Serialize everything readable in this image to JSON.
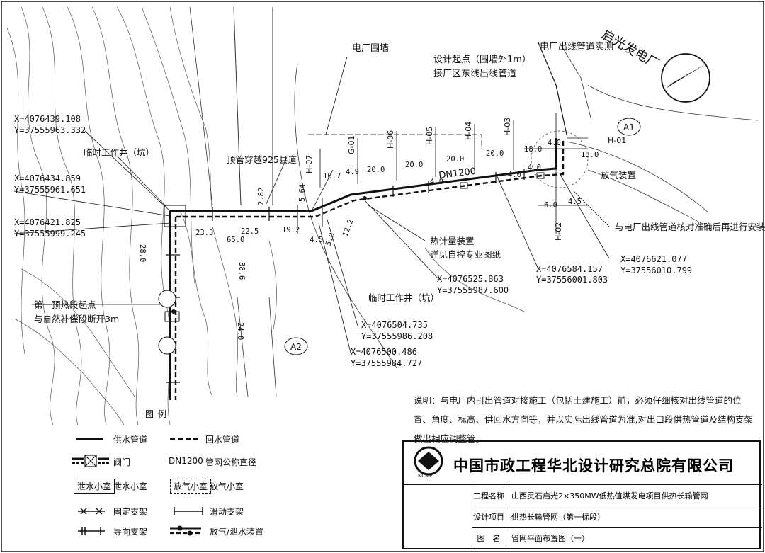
{
  "labels": {
    "plant_wall": "电厂围墙",
    "design_start_line1": "设计起点（围墙外1m）",
    "design_start_line2": "接厂区东线出线管道",
    "plant_outlet_survey": "电厂出线管道实测",
    "plant_name": "启光发电厂",
    "temp_pit_top": "临时工作井（坑）",
    "jacking": "顶管穿越925县道",
    "pipe_spec": "DN1200",
    "air_release": "放气装置",
    "verify_install": "与电厂出线管道核对准确后再进行安装",
    "heat_meter_1": "热计量装置",
    "heat_meter_2": "详见自控专业图纸",
    "temp_pit_bottom": "临时工作井（坑）",
    "first_section_1": "第一预热段起点",
    "first_section_2": "与自然补偿段断开3m",
    "marker_a1": "A1",
    "marker_a2": "A2"
  },
  "coordinates": [
    {
      "x": "X=4076439.108",
      "y": "Y=37555963.332"
    },
    {
      "x": "X=4076434.859",
      "y": "Y=37555961.651"
    },
    {
      "x": "X=4076421.825",
      "y": "Y=37555999.245"
    },
    {
      "x": "X=4076621.077",
      "y": "Y=37556010.799"
    },
    {
      "x": "X=4076584.157",
      "y": "Y=37556001.803"
    },
    {
      "x": "X=4076525.863",
      "y": "Y=37555987.600"
    },
    {
      "x": "X=4076504.735",
      "y": "Y=37555986.208"
    },
    {
      "x": "X=4076500.486",
      "y": "Y=37555984.727"
    }
  ],
  "stations": [
    "H-07",
    "G-01",
    "H-06",
    "H-05",
    "H-04",
    "H-03",
    "H-02",
    "H-01"
  ],
  "dimensions": {
    "d20_1": "20.0",
    "d20_2": "20.0",
    "d20_3": "20.0",
    "d20_4": "20.0",
    "d18": "18.0",
    "d13": "13.0",
    "d4a": "4.0",
    "d4b": "4.0",
    "d4c": "4.0",
    "d4d": "4.0",
    "d6": "6.0",
    "d4_5a": "4.5",
    "d10_7": "10.7",
    "d4_9": "4.9",
    "d5_64": "5.64",
    "d2_82": "2.82",
    "d22_5": "22.5",
    "d19_2": "19.2",
    "d23_3": "23.3",
    "d65": "65.0",
    "d38_6": "38.6",
    "d28": "28.0",
    "d24": "24.0",
    "d4_5b": "4.5",
    "d5_0": "5.0",
    "d12": "12.2"
  },
  "note": {
    "text": "说明：与电厂内引出管道对接施工（包括土建施工）前，必须仔细核对出线管道的位置、角度、标高、供回水方向等，并以实际出线管道为准,对出口段供热管道及结构支架做出相应调整管。"
  },
  "legend": {
    "title": "图例",
    "supply": "供水管道",
    "return": "回水管道",
    "valve": "阀门",
    "dn_sym": "DN1200",
    "dn_desc": "管网公称直径",
    "drain_box": "泄水小室",
    "drain_desc": "泄水小室",
    "vent_box": "放气小室",
    "vent_desc": "放气小室",
    "fixed": "固定支架",
    "sliding": "滑动支架",
    "guide": "导向支架",
    "vent_drain": "放气/泄水装置"
  },
  "title_block": {
    "company": "中国市政工程华北设计研究总院有限公司",
    "logo_text": "NCME",
    "project_label": "工程名称",
    "project_value": "山西灵石启光2×350MW低热值煤发电项目供热长输管网",
    "design_label": "设计项目",
    "design_value": "供热长输管网（第一标段）",
    "drawing_label": "图　名",
    "drawing_value": "管网平面布置图（一）"
  },
  "colors": {
    "line": "#111111"
  }
}
